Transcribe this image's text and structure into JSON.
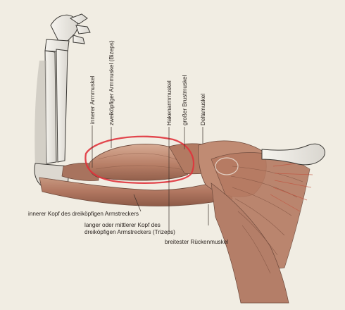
{
  "labels": {
    "inner_arm_muscle": "innerer Armmuskel",
    "biceps": "zweiköpfiger Armmuskel (Bizeps)",
    "coracobrachialis": "Hakenarmmuskel",
    "pectoralis_major": "großer Brustmuskel",
    "deltoid": "Deltamuskel",
    "triceps_inner_head": "innerer Kopf des dreiköpfigen Armstreckers",
    "triceps_long_middle_line1": "langer oder mittlerer Kopf des",
    "triceps_long_middle_line2": "dreiköpfigen Armstreckers (Trizeps)",
    "latissimus": "breitester Rückenmuskel"
  },
  "colors": {
    "paper": "#f1ede3",
    "bone": "#eceae4",
    "bone_outline": "#3c3a36",
    "muscle": "#b9826a",
    "muscle_dark": "#8c5a46",
    "highlight_circle": "#e0333c",
    "text": "#2b2420"
  }
}
